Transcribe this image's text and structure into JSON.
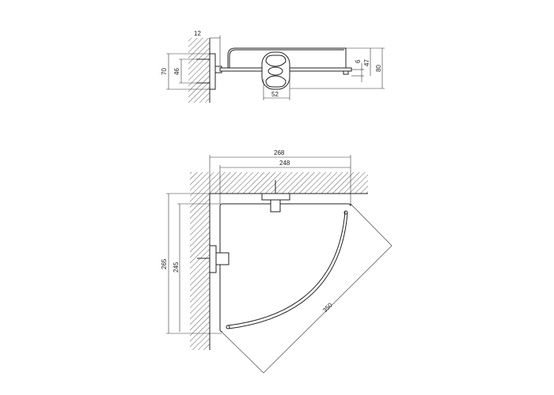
{
  "side_view": {
    "dimensions": {
      "wall_plate_depth": "12",
      "plate_height": "70",
      "screw_spacing": "46",
      "bowl_width": "52",
      "glass_thickness": "6",
      "rail_height": "47",
      "overall_height": "80"
    }
  },
  "plan_view": {
    "dimensions": {
      "overall_width": "268",
      "shelf_width": "248",
      "overall_depth": "265",
      "shelf_depth": "245",
      "diagonal": "350"
    }
  }
}
